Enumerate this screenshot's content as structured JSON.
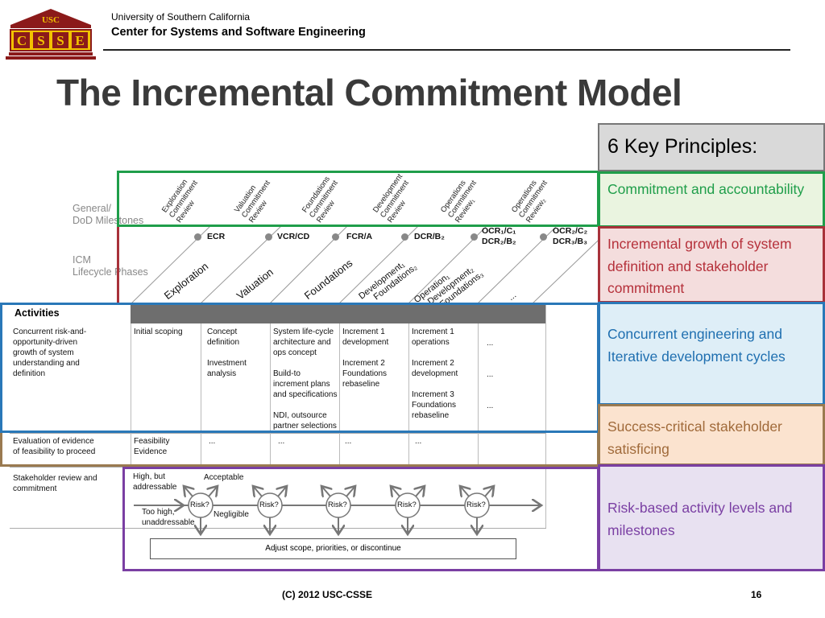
{
  "header": {
    "logo_top_text": "USC",
    "logo_letters": [
      "C",
      "S",
      "S",
      "E"
    ],
    "university": "University of Southern California",
    "center": "Center for Systems and Software Engineering"
  },
  "title": "The Incremental Commitment Model",
  "diagram": {
    "side_labels": {
      "milestones": [
        "General/",
        "DoD Milestones"
      ],
      "phases": [
        "ICM",
        "Lifecycle Phases"
      ]
    },
    "reviews": [
      [
        "Exploration",
        "Commitment",
        "Review"
      ],
      [
        "Valuation",
        "Commitment",
        "Review"
      ],
      [
        "Foundations",
        "Commitment",
        "Review"
      ],
      [
        "Development",
        "Commitment",
        "Review"
      ],
      [
        "Operations",
        "Commitment",
        "Review₁"
      ],
      [
        "Operations",
        "Commitment",
        "Review₂"
      ]
    ],
    "milestones": [
      "ECR",
      "VCR/CD",
      "FCR/A",
      "DCR/B₂",
      "OCR₁/C₁",
      "DCR₂/B₂",
      "OCR₂/C₂",
      "DCR₃/B₃"
    ],
    "phases": [
      "Exploration",
      "Valuation",
      "Foundations",
      "Development₁",
      "Foundations₂",
      "Operation₁",
      "Development₂",
      "Foundations₃",
      "..."
    ],
    "activities_label": "Activities",
    "rows": {
      "row1_label": [
        "Concurrent risk-and-",
        "opportunity-driven",
        "growth of system",
        "understanding and",
        "definition"
      ],
      "row1_cells": [
        [
          "Initial scoping"
        ],
        [
          "Concept",
          "definition",
          "",
          "Investment",
          "analysis"
        ],
        [
          "System life-cycle",
          "architecture and",
          "ops concept",
          "",
          "Build-to",
          "increment plans",
          "and specifications",
          "",
          "NDI, outsource",
          "partner selections"
        ],
        [
          "Increment 1",
          "development",
          "",
          "Increment 2",
          "Foundations",
          "rebaseline"
        ],
        [
          "Increment 1",
          "operations",
          "",
          "Increment 2",
          "development",
          "",
          "Increment 3",
          "Foundations",
          "rebaseline"
        ],
        [
          "...",
          "",
          "...",
          "",
          "..."
        ]
      ],
      "row2_label": [
        "Evaluation of evidence",
        "of feasibility to proceed"
      ],
      "row2_cells": [
        [
          "Feasibility",
          "Evidence"
        ],
        [
          "..."
        ],
        [
          "..."
        ],
        [
          "..."
        ],
        [
          "..."
        ]
      ],
      "row3_label": [
        "Stakeholder review and",
        "commitment"
      ]
    },
    "risk_flow": {
      "high": [
        "High, but",
        "addressable"
      ],
      "acceptable": "Acceptable",
      "too_high": [
        "Too high,",
        "unaddressable"
      ],
      "negligible": "Negligible",
      "risk": "Risk?",
      "adjust": "Adjust scope, priorities, or discontinue"
    }
  },
  "principles": {
    "heading": "6 Key Principles:",
    "items": [
      {
        "text": "Commitment and accountability",
        "color": "#1f9e4a",
        "bg": "#eaf4e0",
        "border": "#1f9e4a"
      },
      {
        "text": "Incremental growth of system definition and stakeholder commitment",
        "color": "#b5303a",
        "bg": "#f4dddd",
        "border": "#a8323a"
      },
      {
        "text": "Concurrent engineering and Iterative development cycles",
        "color": "#1f6fb0",
        "bg": "#deeef7",
        "border": "#2a78b8"
      },
      {
        "text": "Success-critical stakeholder satisficing",
        "color": "#a06a3a",
        "bg": "#fbe3cf",
        "border": "#9a7a50"
      },
      {
        "text": "Risk-based activity levels and milestones",
        "color": "#7a3fa3",
        "bg": "#e8e1f1",
        "border": "#7a3fa3"
      }
    ]
  },
  "footer": {
    "copyright": "(C) 2012 USC-CSSE",
    "page": "16"
  }
}
